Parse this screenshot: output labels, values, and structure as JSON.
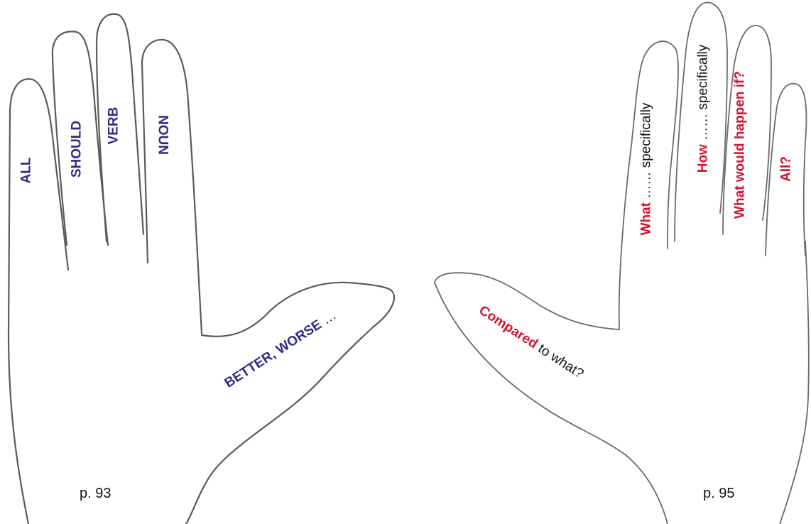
{
  "left_hand": {
    "fingers": {
      "all": "ALL",
      "should": "SHOULD",
      "verb": "VERB",
      "noun": "NOUN"
    },
    "thumb": {
      "main": "BETTER, WORSE",
      "ellipsis": " …"
    },
    "page": "p. 93"
  },
  "right_hand": {
    "fingers": {
      "what_red": "What",
      "what_rest": " …… specifically",
      "how_red": "How",
      "how_rest": " …… specifically",
      "what_would": "What would happen if?",
      "all": "All?"
    },
    "thumb": {
      "red": "Compared",
      "rest": " to what?"
    },
    "page": "p. 95"
  },
  "colors": {
    "left_text": "#2f2a87",
    "right_text": "#d8102e",
    "outline": "#5a5a5a"
  }
}
